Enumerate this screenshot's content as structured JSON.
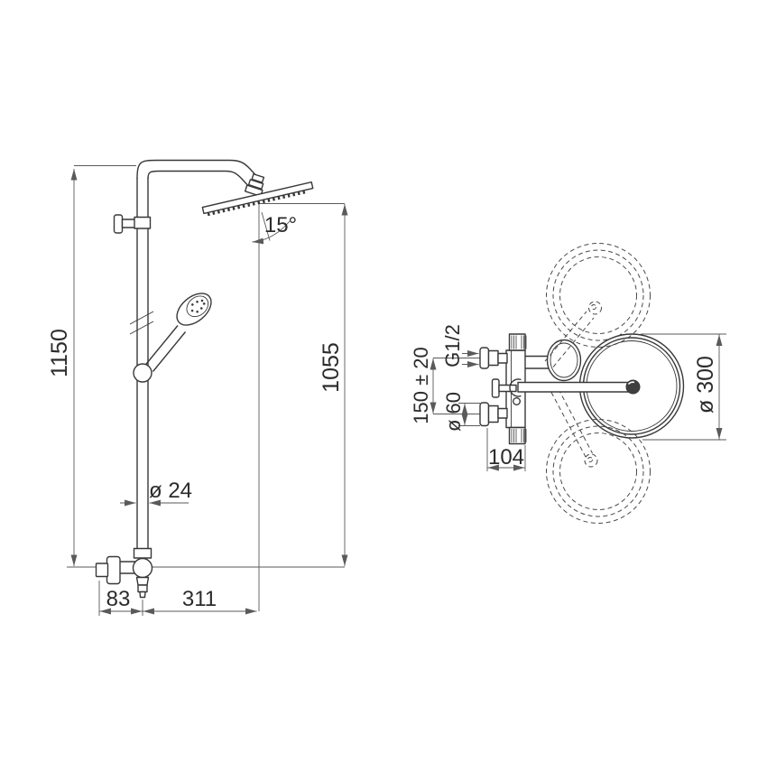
{
  "drawing": {
    "type": "shower-column-technical-drawing",
    "front_view": {
      "total_height": "1150",
      "head_height": "1055",
      "head_tilt_angle": "15°",
      "column_diameter": "ø 24",
      "wall_to_column": "83",
      "column_to_head_center": "311"
    },
    "top_view": {
      "thread_size": "G1/2",
      "inlet_spacing": "150 ± 20",
      "escutcheon_diameter": "ø 60",
      "valve_depth": "104",
      "head_diameter": "ø 300"
    },
    "style": {
      "line_color": "#383838",
      "dimension_line_color": "#5a5a5a",
      "text_color": "#2b2b2b",
      "background": "#ffffff"
    }
  }
}
